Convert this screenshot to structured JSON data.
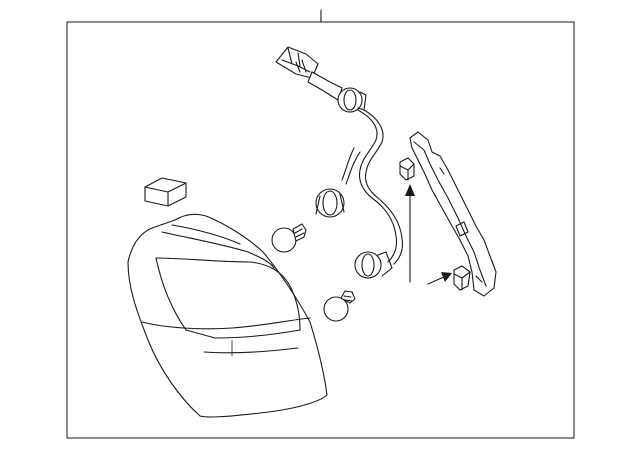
{
  "diagram": {
    "colors": {
      "line": "#1a1a1a",
      "background": "#ffffff"
    },
    "parts": [
      "tail-lamp-assembly",
      "lamp-pad",
      "bulb-upper",
      "bulb-lower",
      "socket-and-wire-harness",
      "lamp-gasket",
      "clip-upper",
      "clip-lower"
    ]
  }
}
